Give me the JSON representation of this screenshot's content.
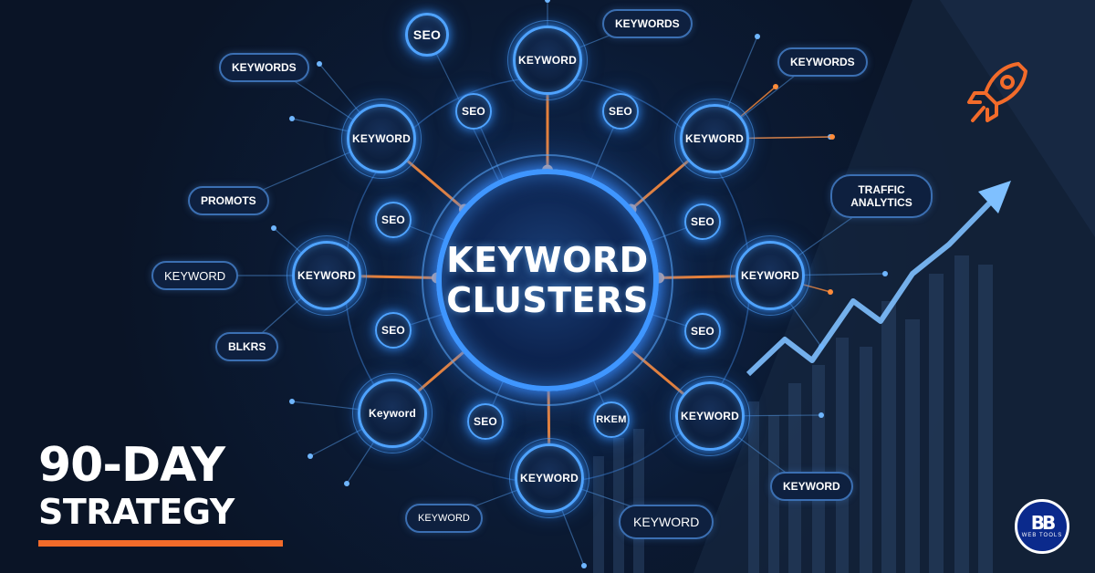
{
  "colors": {
    "background": "#0a1426",
    "node_blue": "#4fa3ff",
    "link_orange": "#ff8c3a",
    "accent_orange": "#f26b2a",
    "pill_border": "#3b6fb2",
    "logo_blue": "#0b2a8c"
  },
  "center": {
    "line1": "KEYWORD",
    "line2": "CLUSTERS"
  },
  "nodes": {
    "kw_top": "KEYWORD",
    "kw_top_left": "KEYWORD",
    "kw_top_right": "KEYWORD",
    "kw_left": "KEYWORD",
    "kw_right": "KEYWORD",
    "kw_bottom_left": "Keyword",
    "kw_bottom_right": "KEYWORD",
    "kw_bottom": "KEYWORD",
    "seo_top": "SEO",
    "seo_inner_tl": "SEO",
    "seo_inner_tr": "SEO",
    "seo_mid_left": "SEO",
    "seo_mid_right": "SEO",
    "seo_low_left": "SEO",
    "seo_low_right": "SEO",
    "seo_bottom": "SEO",
    "rkem": "RKEM"
  },
  "pills": {
    "keywords_top": "KEYWORDS",
    "keywords_left": "KEYWORDS",
    "keywords_right": "KEYWORDS",
    "promots": "PROMOTS",
    "keyword_left": "KEYWORD",
    "blkrs": "BLKRS",
    "traffic_line1": "TRAFFIC",
    "traffic_line2": "ANALYTICS",
    "keyword_bottom_right": "KEYWORD",
    "keyword_bottom_center": "KEYWORD",
    "keyword_bottom_small": "KEYWORD"
  },
  "headline": {
    "line1": "90-DAY",
    "line2": "STRATEGY"
  },
  "logo": {
    "mark": "BB",
    "sub": "WEB TOOLS"
  },
  "icons": {
    "rocket": "rocket-icon",
    "chart": "growth-chart-icon",
    "logo": "brand-logo"
  }
}
